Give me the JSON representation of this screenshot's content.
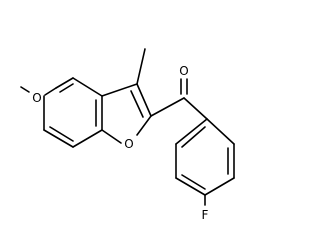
{
  "structure": {
    "atoms": {
      "methoxy_oxygen": "O",
      "furan_oxygen": "O",
      "carbonyl_oxygen": "O",
      "fluorine": "F"
    },
    "colors": {
      "bond": "#000000",
      "label": "#000000",
      "background": "#ffffff"
    }
  }
}
